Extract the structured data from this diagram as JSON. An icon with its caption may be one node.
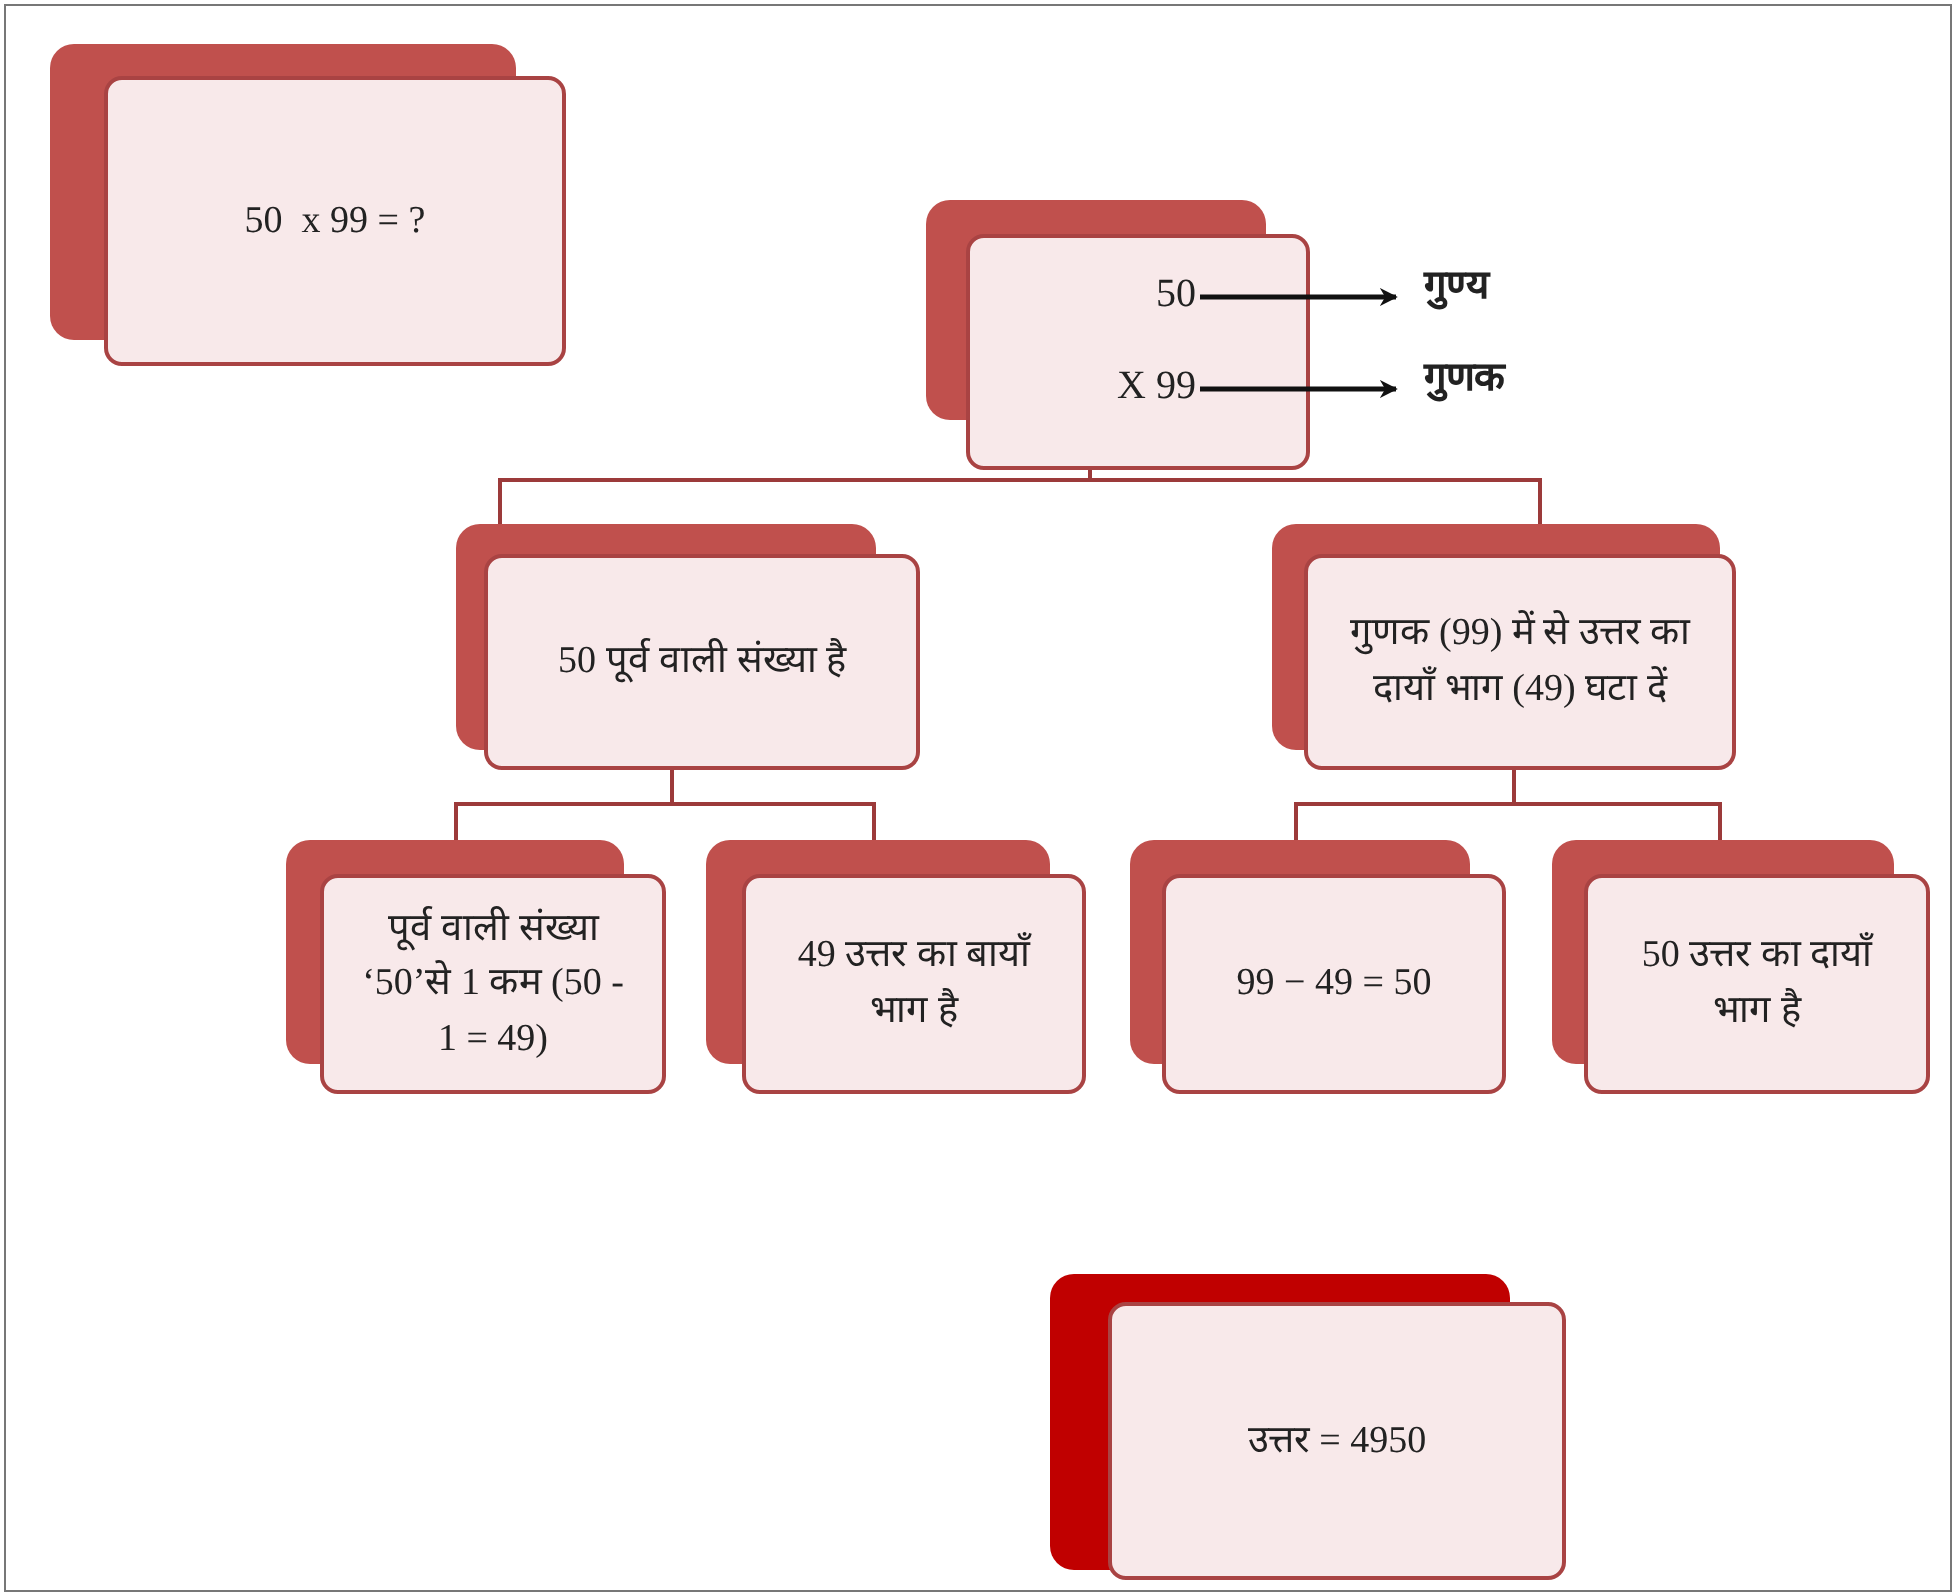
{
  "diagram": {
    "nodes": [
      {
        "text": [
          "50  x 99 = ?"
        ]
      },
      {
        "text": [
          "50",
          "X 99"
        ]
      },
      {
        "text": [
          "गुण्य"
        ]
      },
      {
        "text": [
          "गुणक"
        ]
      },
      {
        "text": [
          "50 पूर्व वाली संख्या है"
        ]
      },
      {
        "text": [
          "गुणक (99) में से उत्तर का दायाँ भाग (49) घटा दें"
        ]
      },
      {
        "text": [
          "पूर्व वाली संख्या ‘50’से 1 कम (50 - 1 = 49)"
        ]
      },
      {
        "text": [
          "49 उत्तर का बायाँ भाग है"
        ]
      },
      {
        "text": [
          "99 − 49 = 50"
        ]
      },
      {
        "text": [
          "50 उत्तर का दायाँ भाग है"
        ]
      },
      {
        "text": [
          "उत्तर = 4950"
        ]
      }
    ],
    "edges": [
      {
        "from": 1,
        "to": 2,
        "arrow": "to",
        "color": "#111111"
      },
      {
        "from": 1,
        "to": 3,
        "arrow": "to",
        "color": "#111111"
      },
      {
        "from": 1,
        "to": 4,
        "arrow": "none"
      },
      {
        "from": 1,
        "to": 5,
        "arrow": "none"
      },
      {
        "from": 4,
        "to": 6,
        "arrow": "none"
      },
      {
        "from": 4,
        "to": 7,
        "arrow": "none"
      },
      {
        "from": 5,
        "to": 8,
        "arrow": "none"
      },
      {
        "from": 5,
        "to": 9,
        "arrow": "none"
      }
    ]
  }
}
